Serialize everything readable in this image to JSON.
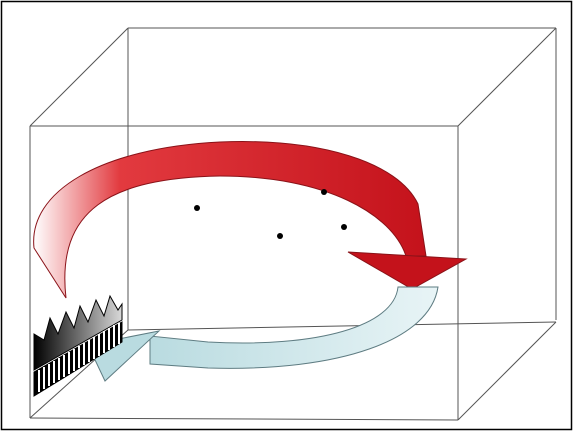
{
  "figure": {
    "frame_color": "#000000",
    "box_edge_color": "#555555",
    "upper_arrow": {
      "colors": [
        "#c4121b",
        "#e23a3f",
        "#ffffff"
      ],
      "outline": "#8a1218",
      "direction": "clockwise"
    },
    "lower_arrow": {
      "colors": [
        "#e8f4f6",
        "#b9dbe0"
      ],
      "outline": "#5e7c82",
      "direction": "counter-clockwise"
    },
    "dots": {
      "count": 4,
      "color": "#000000"
    },
    "emitter": {
      "icon": "sawtooth-wave-icon",
      "colors": [
        "#000000",
        "#d9d9d9"
      ]
    },
    "grating": {
      "icon": "striped-grating-icon",
      "colors": [
        "#000000",
        "#ffffff"
      ]
    }
  }
}
